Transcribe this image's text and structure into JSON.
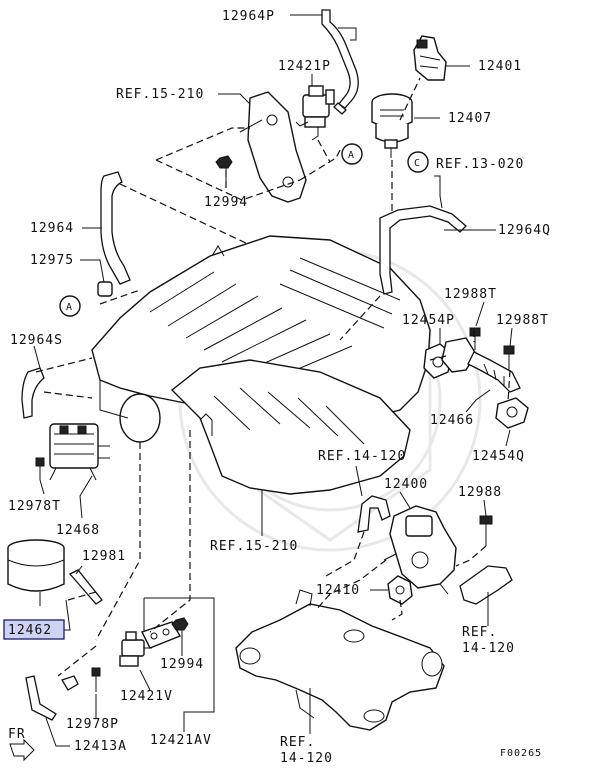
{
  "diagram": {
    "figure_code": "F00265",
    "direction_label": "FR",
    "callout_letters": {
      "a": "A",
      "c": "C"
    },
    "highlight_color": "#cfd3f2",
    "labels": {
      "l12964p": "12964P",
      "l12421p": "12421P",
      "l12401": "12401",
      "l12407": "12407",
      "ref15_210_top": "REF.15-210",
      "ref13_020": "REF.13-020",
      "l12994_top": "12994",
      "l12964": "12964",
      "l12964q": "12964Q",
      "l12975": "12975",
      "l12988t_a": "12988T",
      "l12988t_b": "12988T",
      "l12454p": "12454P",
      "l12964s": "12964S",
      "l12466": "12466",
      "l12454q": "12454Q",
      "ref14_120_mid": "REF.14-120",
      "l12400": "12400",
      "l12988": "12988",
      "l12978t": "12978T",
      "l12468": "12468",
      "ref15_210_mid": "REF.15-210",
      "l12981": "12981",
      "l12462": "12462",
      "l12410": "12410",
      "ref14_120_right_a": "REF.",
      "ref14_120_right_b": "14-120",
      "l12994_bot": "12994",
      "l12421v": "12421V",
      "l12978p": "12978P",
      "l12413a": "12413A",
      "l12421av": "12421AV",
      "ref14_120_bot_a": "REF.",
      "ref14_120_bot_b": "14-120"
    }
  }
}
